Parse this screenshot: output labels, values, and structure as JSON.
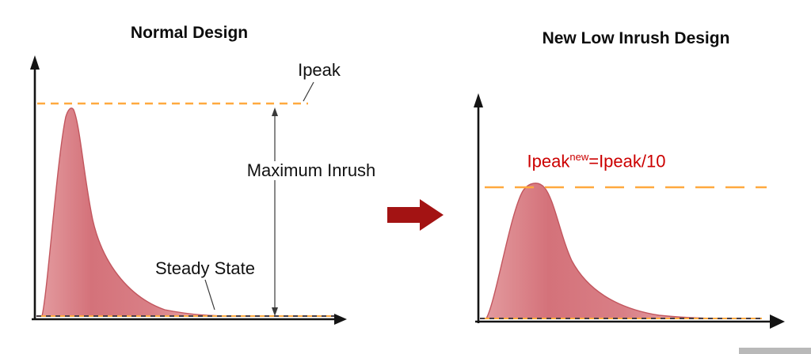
{
  "left_chart": {
    "title": "Normal Design",
    "ipeak_label": "Ipeak",
    "maximum_inrush_label": "Maximum Inrush",
    "steady_state_label": "Steady State"
  },
  "right_chart": {
    "title": "New Low Inrush Design",
    "ipeak_formula": {
      "base": "Ipeak",
      "superscript": "new",
      "suffix": "=Ipeak/10"
    }
  },
  "colors": {
    "curve_fill": "#d5777e",
    "curve_stroke": "#c2565e",
    "dashed_line": "#ffa93f",
    "formula_text": "#cc0000",
    "arrow": "#a31313",
    "axis": "#141414"
  }
}
